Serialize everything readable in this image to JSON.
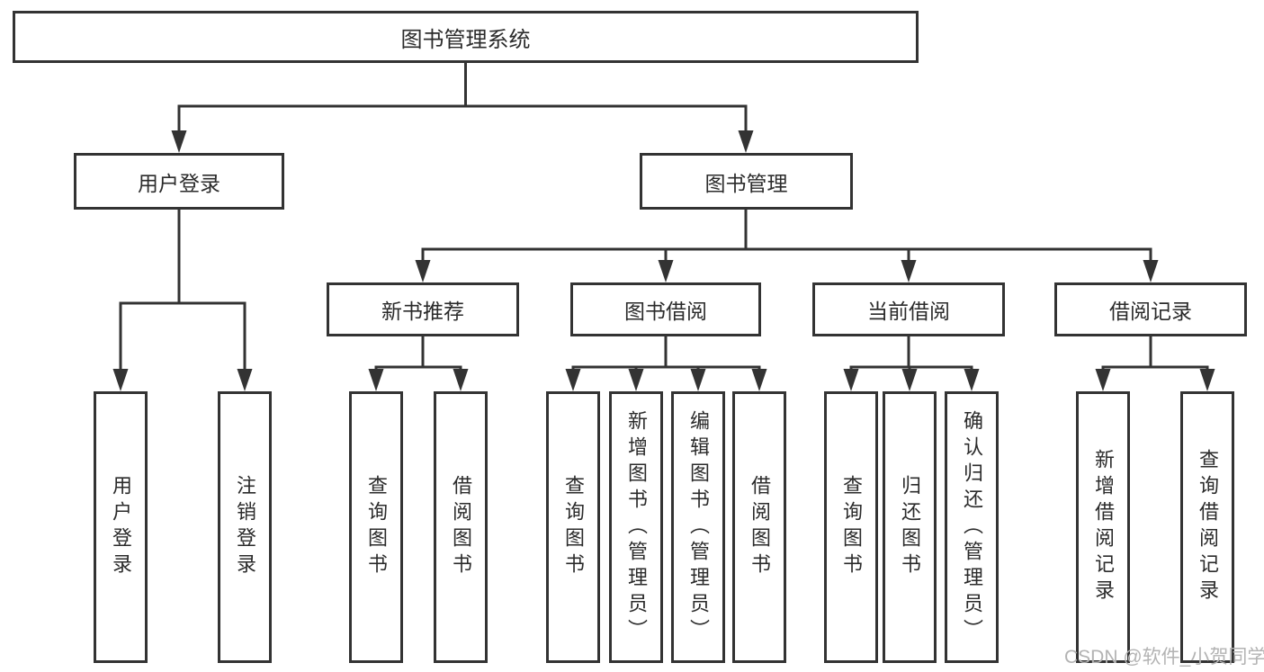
{
  "diagram": {
    "title": "图书管理系统",
    "level2": [
      {
        "label": "用户登录"
      },
      {
        "label": "图书管理"
      }
    ],
    "level3": [
      {
        "label": "新书推荐"
      },
      {
        "label": "图书借阅"
      },
      {
        "label": "当前借阅"
      },
      {
        "label": "借阅记录"
      }
    ],
    "leaves": {
      "user_login": [
        "用户登录",
        "注销登录"
      ],
      "new_book": [
        "查询图书",
        "借阅图书"
      ],
      "book_borrow": [
        "查询图书",
        "新增图书（管理员）",
        "编辑图书（管理员）",
        "借阅图书"
      ],
      "current_borrow": [
        "查询图书",
        "归还图书",
        "确认归还（管理员）"
      ],
      "borrow_records": [
        "新增借阅记录",
        "查询借阅记录"
      ]
    },
    "colors": {
      "line": "#333333",
      "box_background": "#ffffff",
      "text": "#2b2b2b",
      "watermark": "#b3b3b3"
    },
    "watermark": "CSDN @软件_小贺同学"
  }
}
